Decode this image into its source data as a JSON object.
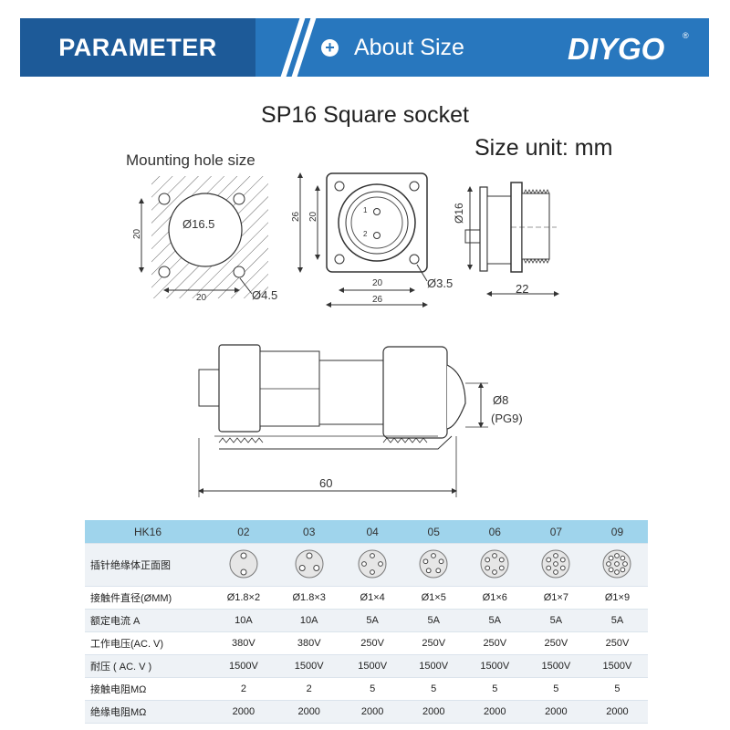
{
  "banner": {
    "parameter_label": "PARAMETER",
    "plus_symbol": "+",
    "about_label": "About Size",
    "brand": "DIYGO",
    "registered_mark": "®",
    "bar_color": "#2877be",
    "box_color": "#1d5a98"
  },
  "title": "SP16 Square socket",
  "unit_label": "Size unit:  mm",
  "mounting": {
    "label": "Mounting hole size",
    "diameter": "Ø16.5",
    "side_dim": "20",
    "bottom_dim": "20",
    "hole": "Ø4.5"
  },
  "front": {
    "height_outer": "26",
    "height_inner": "20",
    "width_inner": "20",
    "width_outer": "26",
    "hole": "Ø3.5",
    "pin1": "1",
    "pin2": "2"
  },
  "side": {
    "diameter": "Ø16",
    "length": "22"
  },
  "plug": {
    "cable_diameter": "Ø8",
    "gland": "(PG9)",
    "length": "60"
  },
  "table": {
    "headers": [
      "HK16",
      "02",
      "03",
      "04",
      "05",
      "06",
      "07",
      "09"
    ],
    "icon_row_label": "插针绝缘体正面图",
    "pin_counts": [
      2,
      3,
      4,
      5,
      6,
      7,
      9
    ],
    "rows": [
      {
        "label": "接触件直径(ØMM)",
        "values": [
          "Ø1.8×2",
          "Ø1.8×3",
          "Ø1×4",
          "Ø1×5",
          "Ø1×6",
          "Ø1×7",
          "Ø1×9"
        ]
      },
      {
        "label": "额定电流 A",
        "values": [
          "10A",
          "10A",
          "5A",
          "5A",
          "5A",
          "5A",
          "5A"
        ]
      },
      {
        "label": "工作电压(AC. V)",
        "values": [
          "380V",
          "380V",
          "250V",
          "250V",
          "250V",
          "250V",
          "250V"
        ]
      },
      {
        "label": "耐压 ( AC. V )",
        "values": [
          "1500V",
          "1500V",
          "1500V",
          "1500V",
          "1500V",
          "1500V",
          "1500V"
        ]
      },
      {
        "label": "接触电阻MΩ",
        "values": [
          "2",
          "2",
          "5",
          "5",
          "5",
          "5",
          "5"
        ]
      },
      {
        "label": "绝缘电阻MΩ",
        "values": [
          "2000",
          "2000",
          "2000",
          "2000",
          "2000",
          "2000",
          "2000"
        ]
      }
    ]
  }
}
